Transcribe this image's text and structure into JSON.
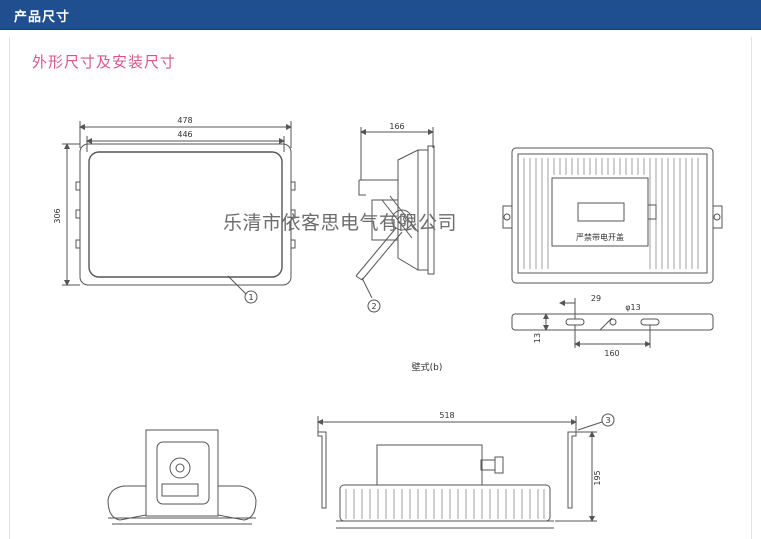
{
  "header": {
    "title": "产品尺寸"
  },
  "section": {
    "title": "外形尺寸及安装尺寸"
  },
  "watermark": "乐清市依客思电气有限公司",
  "front_view": {
    "dim_width_outer": "478",
    "dim_width_inner": "446",
    "dim_height": "306",
    "callout": "1"
  },
  "side_view": {
    "dim_depth": "166",
    "callout": "2"
  },
  "back_view": {
    "label_plate": "严禁带电开盖"
  },
  "bracket_view": {
    "dim_hole_spacing_small": "29",
    "dim_hole_dia": "φ13",
    "dim_slot_spacing": "160",
    "dim_thickness": "13"
  },
  "caption": "壁式(b)",
  "bottom_side_view": {
    "dim_length": "518",
    "dim_height": "195",
    "callout": "3"
  },
  "colors": {
    "header_bg": "#1f4f8f",
    "title_pink": "#d9558e",
    "line": "#555555"
  }
}
